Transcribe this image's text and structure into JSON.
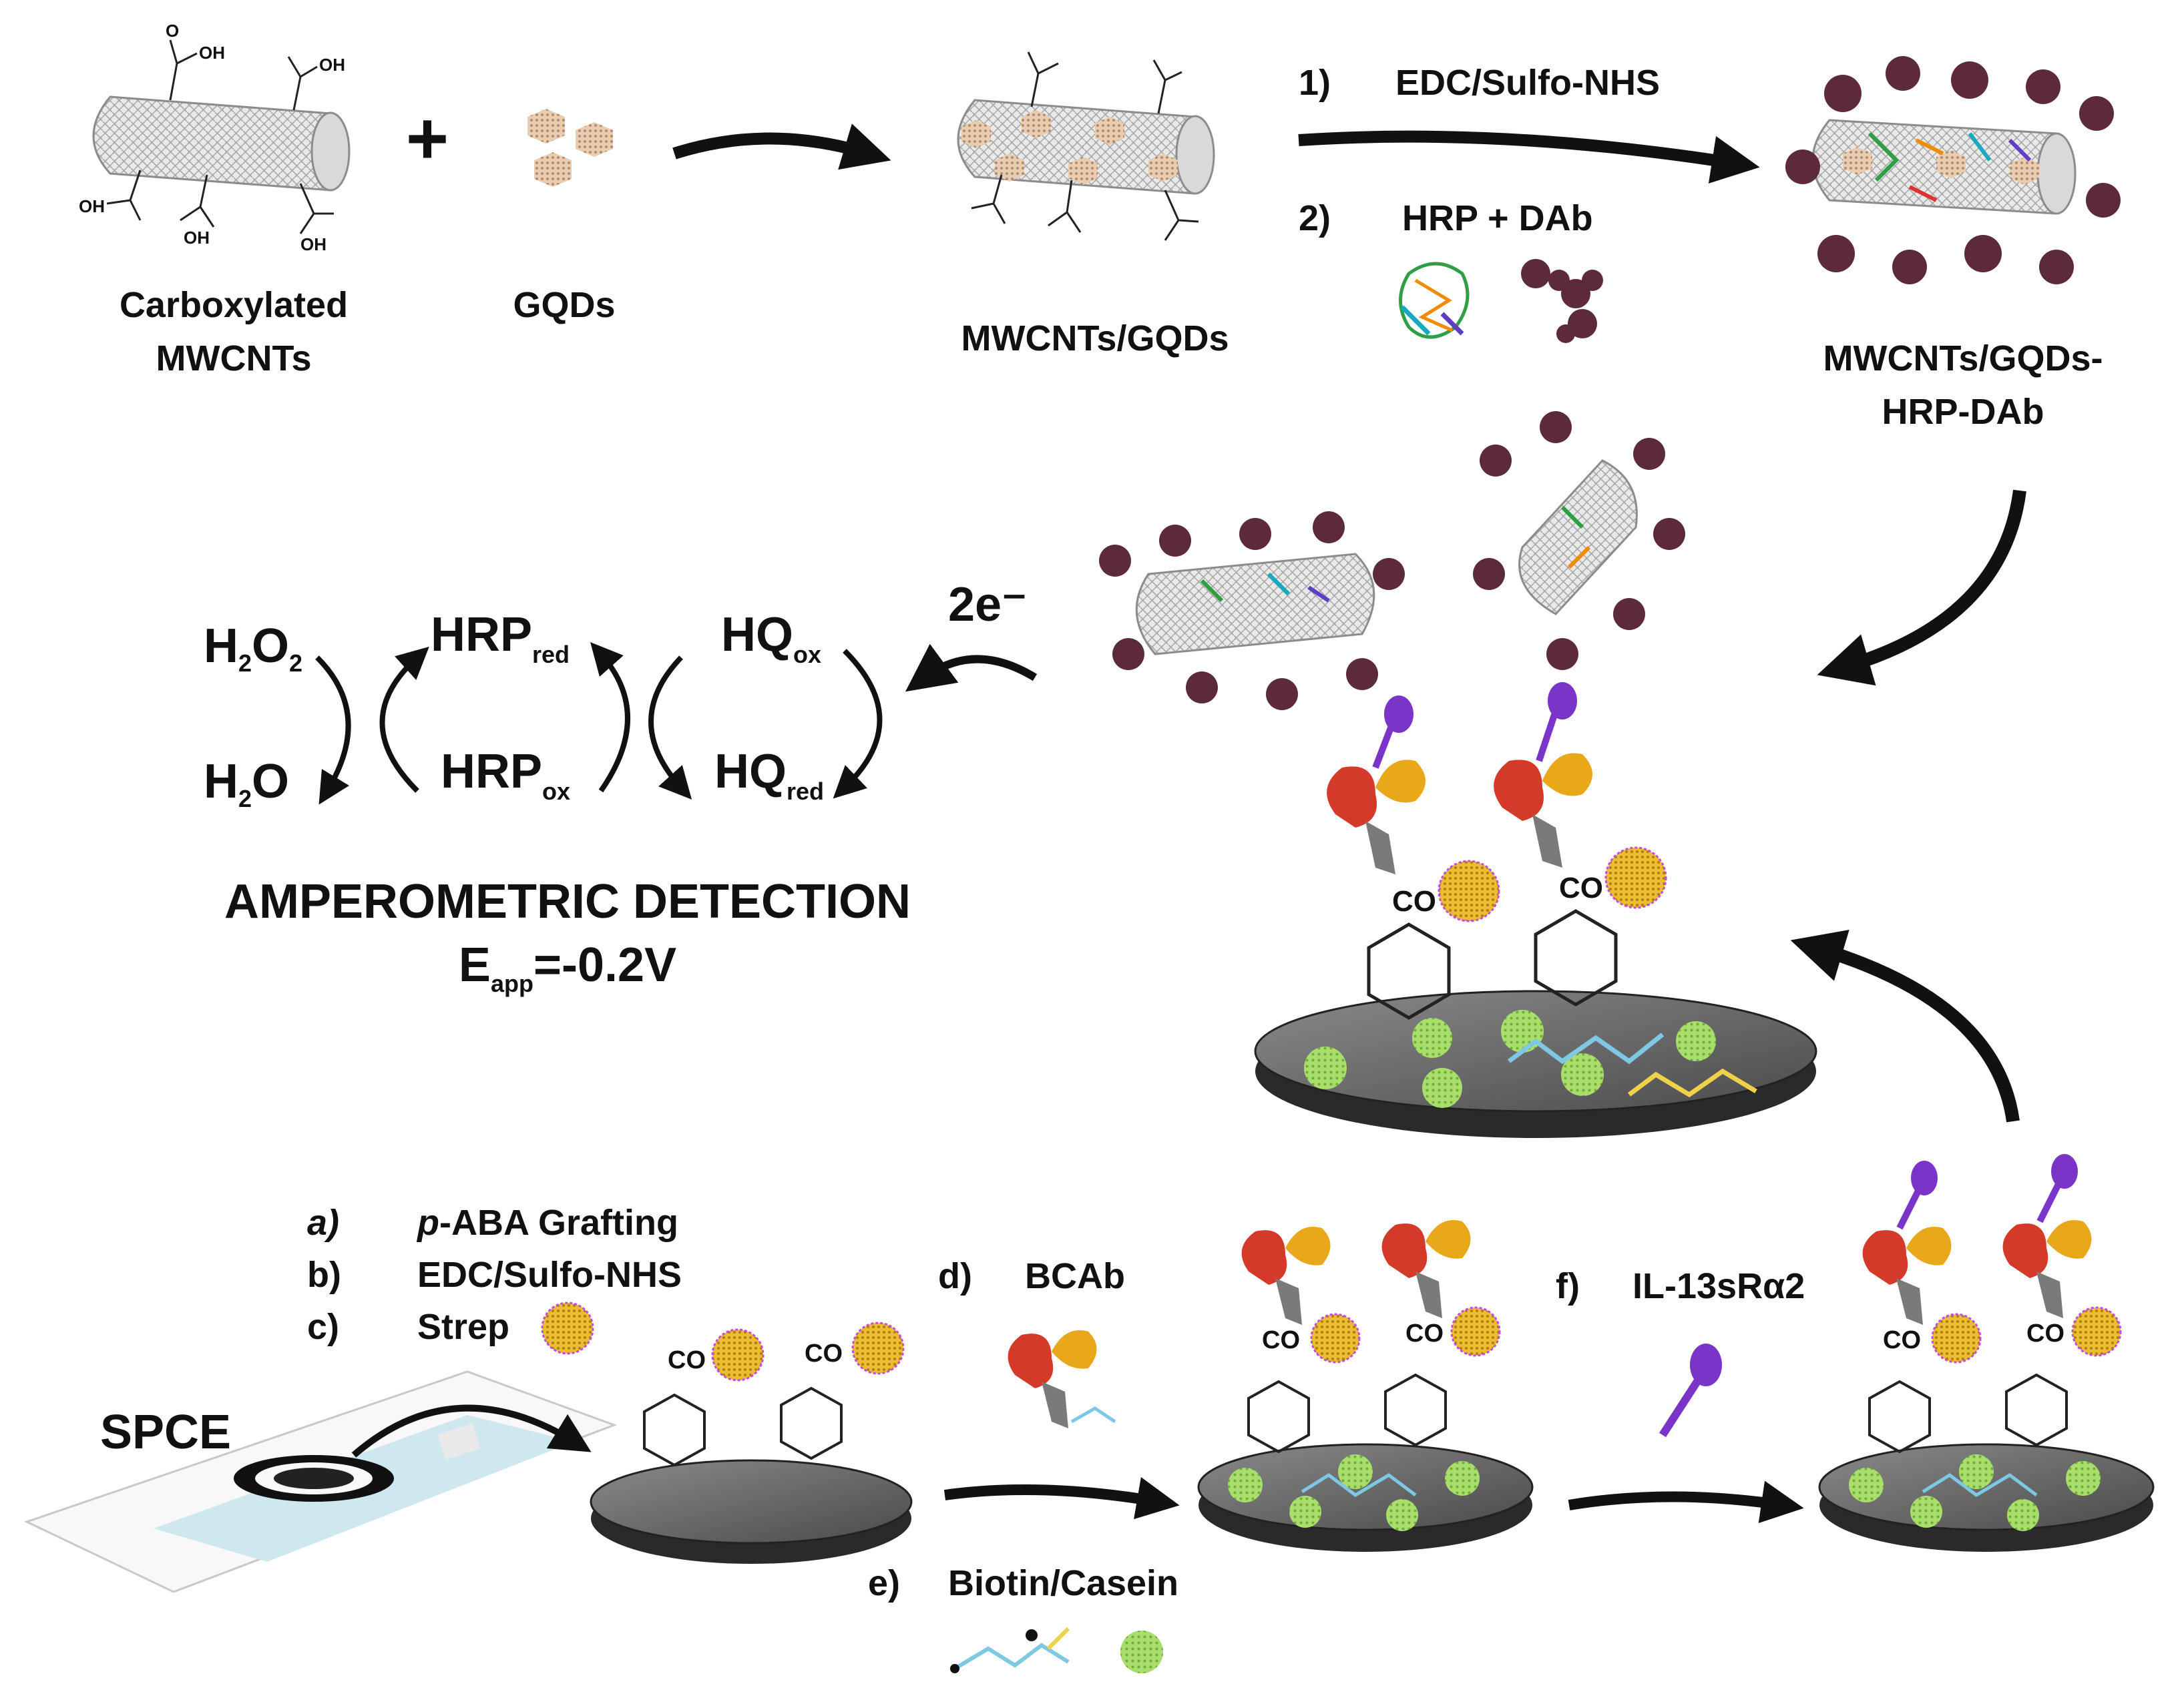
{
  "reactants": {
    "mwcnt_label_line1": "Carboxylated",
    "mwcnt_label_line2": "MWCNTs",
    "plus": "+",
    "gqd_label": "GQDs",
    "hybrid_label": "MWCNTs/GQDs",
    "carboxyl_group": "OH",
    "carbonyl_o": "O"
  },
  "conjugation": {
    "step1_num": "1)",
    "step1_text": "EDC/Sulfo-NHS",
    "step2_num": "2)",
    "step2_text": "HRP + DAb",
    "product_line1": "MWCNTs/GQDs-",
    "product_line2": "HRP-DAb"
  },
  "electrons": "2e⁻",
  "cycle": {
    "h2o2_main": "H",
    "h2o2_sub1": "2",
    "h2o2_mid": "O",
    "h2o2_sub2": "2",
    "h2o_main": "H",
    "h2o_sub": "2",
    "h2o_end": "O",
    "hrp_main": "HRP",
    "hrp_red_sub": "red",
    "hrp_ox_sub": "ox",
    "hq_main": "HQ",
    "hq_ox_sub": "ox",
    "hq_red_sub": "red"
  },
  "detection": {
    "title": "AMPEROMETRIC DETECTION",
    "e_main": "E",
    "e_sub": "app",
    "e_value": "=-0.2V"
  },
  "steps": {
    "a_num": "a)",
    "a_prefix": "p",
    "a_text": "-ABA Grafting",
    "b_num": "b)",
    "b_text": "EDC/Sulfo-NHS",
    "c_num": "c)",
    "c_text": "Strep",
    "d_num": "d)",
    "d_text": "BCAb",
    "e_num": "e)",
    "e_text": "Biotin/Casein",
    "f_num": "f)",
    "f_text": "IL-13sRα2"
  },
  "electrode": {
    "spce": "SPCE",
    "co": "CO"
  },
  "colors": {
    "arrow": "#111111",
    "nanotube": "#9a9a9a",
    "gqd": "#c8a27f",
    "dab": "#5c2a3a",
    "electrode_top": "#6c6c6c",
    "electrode_side": "#2a2a2a",
    "streptavidin": "#d6a21a",
    "casein": "#8fcf4a",
    "antibody_red": "#d43a2a",
    "antibody_yellow": "#e8a81a",
    "antigen": "#7a35c8",
    "spce_strip": "#cfe8f0"
  }
}
